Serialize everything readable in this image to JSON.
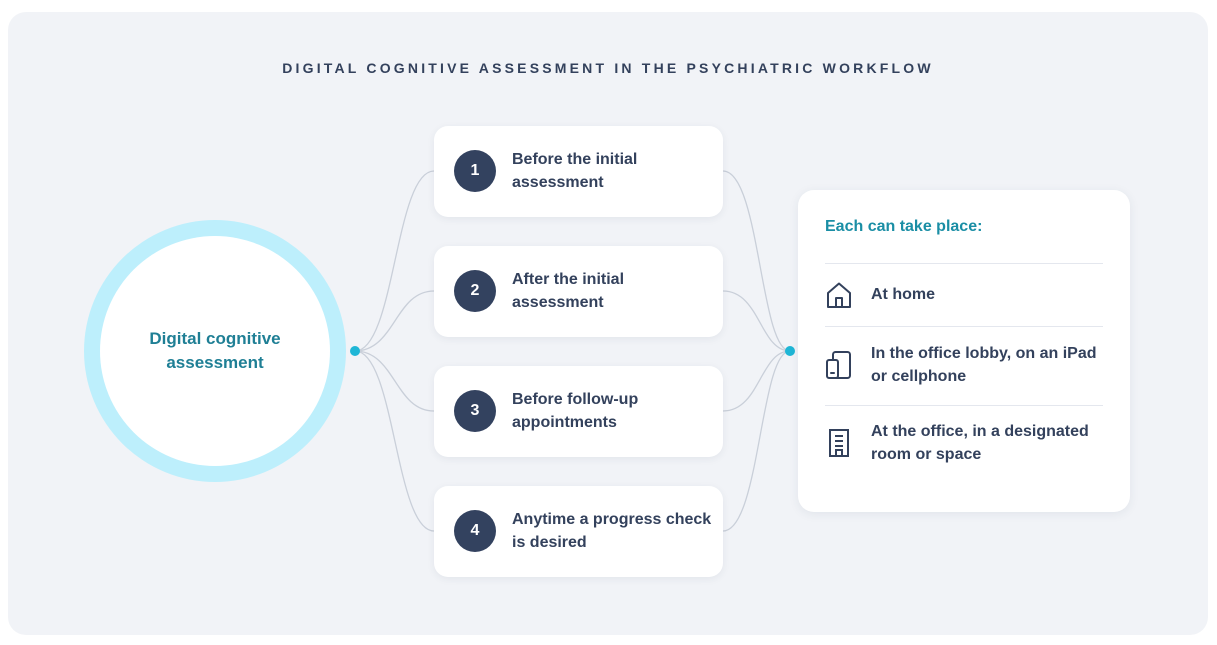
{
  "title": "DIGITAL COGNITIVE ASSESSMENT IN THE PSYCHIATRIC WORKFLOW",
  "center": {
    "label": "Digital cognitive assessment"
  },
  "steps": [
    {
      "number": "1",
      "label": "Before the initial assessment"
    },
    {
      "number": "2",
      "label": "After the initial assessment"
    },
    {
      "number": "3",
      "label": "Before follow-up appointments"
    },
    {
      "number": "4",
      "label": "Anytime a progress check is desired"
    }
  ],
  "places": {
    "heading": "Each can take place:",
    "items": [
      {
        "icon": "home-icon",
        "label": "At home"
      },
      {
        "icon": "tablet-phone-icon",
        "label": "In the office lobby, on an iPad or cellphone"
      },
      {
        "icon": "office-building-icon",
        "label": "At the office, in a designated room or space"
      }
    ]
  },
  "colors": {
    "panel_background": "#f1f3f7",
    "title_text": "#33415c",
    "circle_ring": "#bdeffc",
    "circle_text": "#1f7f95",
    "badge": "#33425f",
    "connector_dot": "#1fb6d6",
    "heading_accent": "#1a8ea5"
  }
}
